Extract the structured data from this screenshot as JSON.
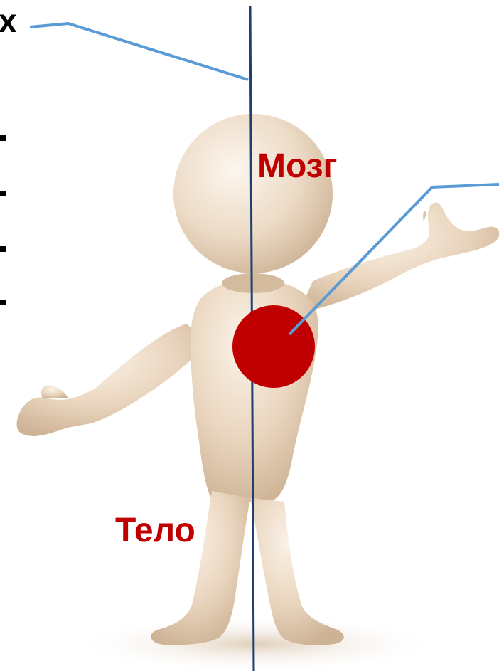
{
  "heading_fragment": "х",
  "labels": {
    "brain": "Мозг",
    "body": "Тело"
  },
  "bullet_count": 4,
  "colors": {
    "label": "#c00000",
    "heart_dot": "#c00000",
    "divider_line": "#1f3f73",
    "pointer_line": "#5b9bd5",
    "figure_skin": "#ecd9c3",
    "figure_shadow": "#c9aa8a"
  },
  "icons": {
    "figure": "human-figure-icon",
    "heart": "heart-dot-icon"
  }
}
